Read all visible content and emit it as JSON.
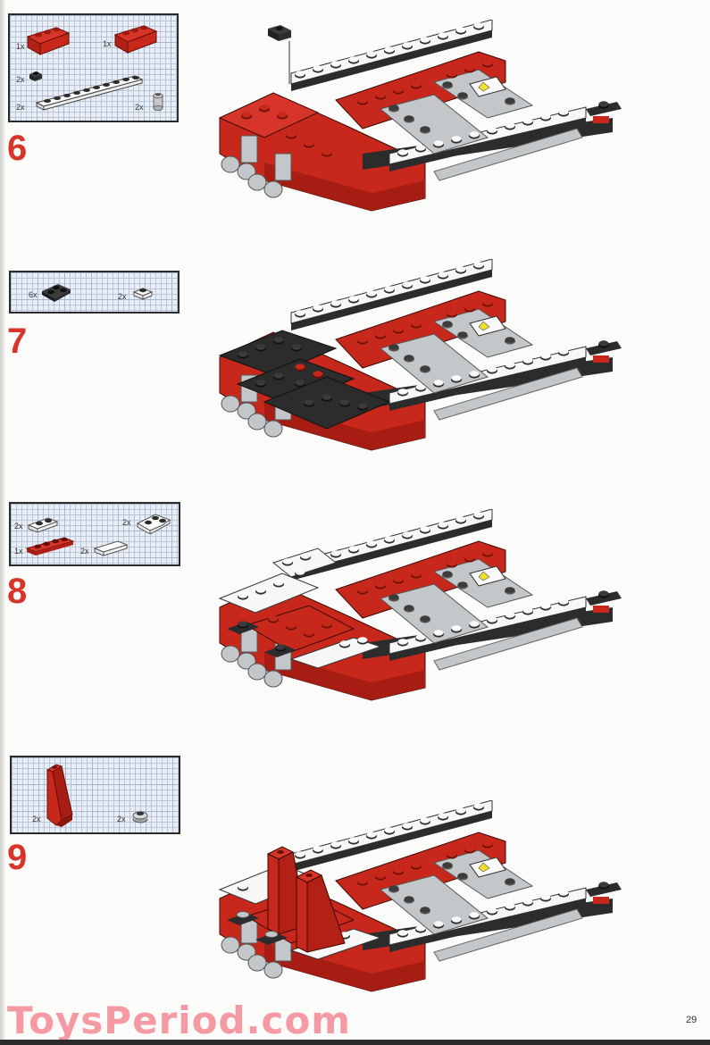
{
  "page": {
    "page_number": "29",
    "watermark": "ToysPeriod.com"
  },
  "colors": {
    "brick_red": "#c8281c",
    "step_number_red": "#d8352a",
    "black": "#2c2c2c",
    "white": "#f7f7f7",
    "light_gray": "#c4c7ca",
    "yellow_arrow": "#f2e12a",
    "watermark_pink": "#f59aa2",
    "grid_blue": "#b9c6d9"
  },
  "steps": [
    {
      "number": "6",
      "parts": [
        {
          "qty": "1x",
          "icon": "red-brick-2x3-left"
        },
        {
          "qty": "1x",
          "icon": "red-brick-2x3-right"
        },
        {
          "qty": "2x",
          "icon": "black-plate-1x1"
        },
        {
          "qty": "2x",
          "icon": "white-plate-1x10"
        },
        {
          "qty": "2x",
          "icon": "gray-round-brick-1x1"
        }
      ]
    },
    {
      "number": "7",
      "parts": [
        {
          "qty": "6x",
          "icon": "black-wedge-plate-2x2"
        },
        {
          "qty": "2x",
          "icon": "white-plate-1x1"
        }
      ]
    },
    {
      "number": "8",
      "parts": [
        {
          "qty": "2x",
          "icon": "white-plate-1x2"
        },
        {
          "qty": "2x",
          "icon": "white-wedge-plate-2x2"
        },
        {
          "qty": "1x",
          "icon": "red-plate-1x4"
        },
        {
          "qty": "2x",
          "icon": "white-tile-1x2"
        }
      ]
    },
    {
      "number": "9",
      "parts": [
        {
          "qty": "2x",
          "icon": "red-slope-brick-1x2x3"
        },
        {
          "qty": "2x",
          "icon": "gray-round-plate-1x1"
        }
      ]
    }
  ]
}
